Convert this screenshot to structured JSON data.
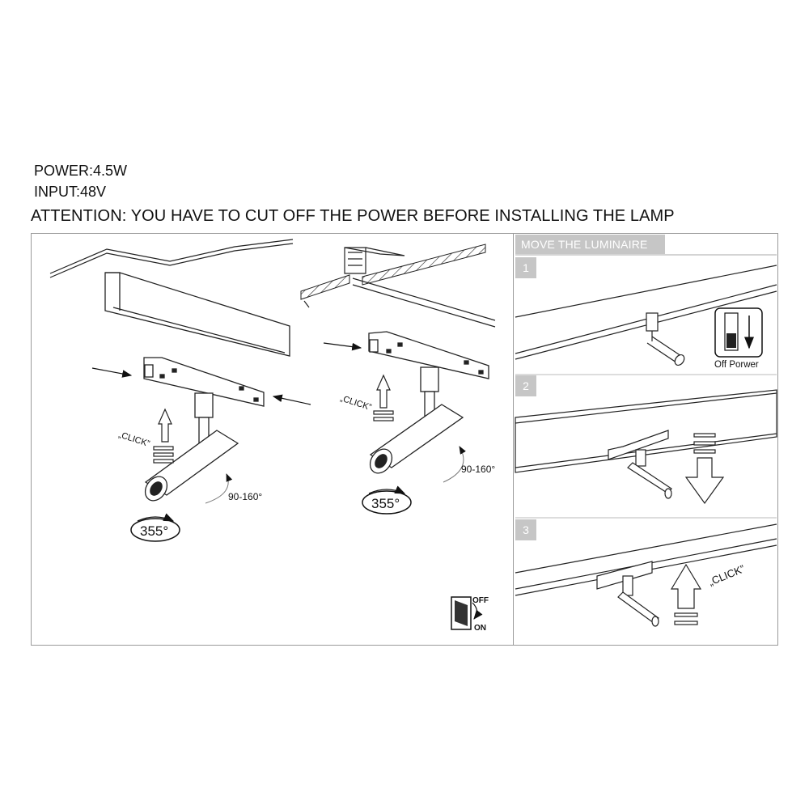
{
  "specs": {
    "power": "POWER:4.5W",
    "input": "INPUT:48V"
  },
  "attention": "ATTENTION: YOU HAVE TO CUT OFF THE POWER BEFORE INSTALLING THE LAMP",
  "left_diagram": {
    "click_label": "„CLICK”",
    "rotation_label": "355°",
    "tilt_label": "90-160°"
  },
  "middle_diagram": {
    "click_label": "„CLICK”",
    "rotation_label": "355°",
    "tilt_label": "90-160°"
  },
  "switch": {
    "off_label": "OFF",
    "on_label": "ON"
  },
  "move_panel": {
    "header": "MOVE THE LUMINAIRE",
    "steps": [
      {
        "number": "1",
        "caption": "Off Porwer"
      },
      {
        "number": "2"
      },
      {
        "number": "3",
        "click_label": "„CLICK”"
      }
    ]
  }
}
